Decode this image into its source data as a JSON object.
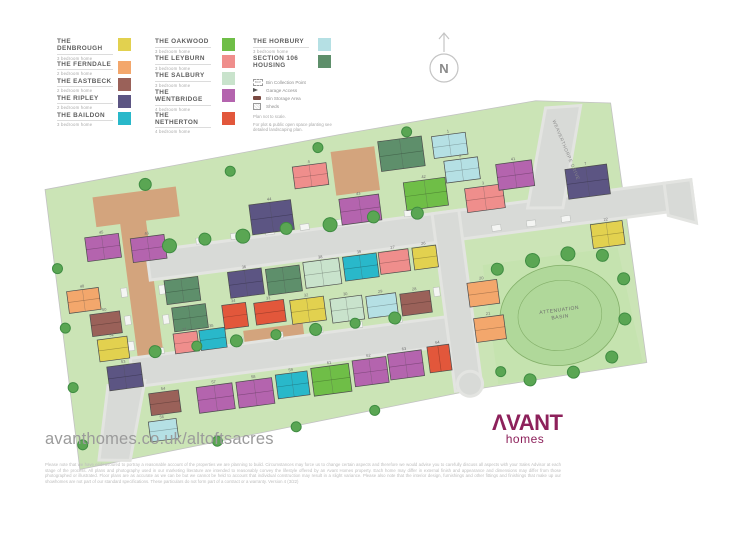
{
  "legend": {
    "columns": [
      {
        "items": [
          {
            "name": "THE DENBROUGH",
            "sub": "3 bedroom home",
            "color": "#E2D14F",
            "key": "den"
          },
          {
            "name": "THE FERNDALE",
            "sub": "2 bedroom home",
            "color": "#F3A76C",
            "key": "fer"
          },
          {
            "name": "THE EASTBECK",
            "sub": "2 bedroom home",
            "color": "#9A6159",
            "key": "eas"
          },
          {
            "name": "THE RIPLEY",
            "sub": "2 bedroom home",
            "color": "#5C5583",
            "key": "rip"
          },
          {
            "name": "THE BAILDON",
            "sub": "3 bedroom home",
            "color": "#29B8CA",
            "key": "bai"
          }
        ]
      },
      {
        "items": [
          {
            "name": "THE OAKWOOD",
            "sub": "3 bedroom home",
            "color": "#6FBE47",
            "key": "oak"
          },
          {
            "name": "THE LEYBURN",
            "sub": "3 bedroom home",
            "color": "#EF8E8C",
            "key": "ley"
          },
          {
            "name": "THE SALBURY",
            "sub": "3 bedroom home",
            "color": "#C9E3CC",
            "key": "sal"
          },
          {
            "name": "THE WENTBRIDGE",
            "sub": "4 bedroom home",
            "color": "#B464AE",
            "key": "wen"
          },
          {
            "name": "THE NETHERTON",
            "sub": "4 bedroom home",
            "color": "#E2573B",
            "key": "net"
          }
        ]
      },
      {
        "items": [
          {
            "name": "THE HORBURY",
            "sub": "3 bedroom home",
            "color": "#B5E0E4",
            "key": "hob"
          },
          {
            "name": "SECTION 106 HOUSING",
            "sub": "",
            "color": "#5E8F6B",
            "key": "s106"
          }
        ]
      }
    ]
  },
  "notes": {
    "items": [
      {
        "icon": "bin-collection-icon",
        "glyph": "BCP",
        "label": "Bin Collection Point"
      },
      {
        "icon": "garage-access-icon",
        "glyph": "",
        "label": "Garage Access"
      },
      {
        "icon": "bin-storage-icon",
        "glyph": "",
        "label": "Bin Storage Area"
      },
      {
        "icon": "shed-icon",
        "glyph": "",
        "label": "Sheds"
      }
    ],
    "scale_note": "Plan not to scale.",
    "planting_note": "For plot & public open space planting see detailed landscaping plan."
  },
  "compass": {
    "label": "N"
  },
  "map": {
    "labels": {
      "basin_line1": "ATTENUATION",
      "basin_line2": "BASIN",
      "road": "WEAVERTHORPE DRIVE"
    },
    "palette": {
      "grass": "#CBE4B6",
      "basin_patch": "#C5E3AF",
      "basin_fill": "#B0D89A",
      "basin_edge": "#83AF69",
      "road": "#D8DAD7",
      "road_edge": "#E3E4E1",
      "drive": "#D3A47D",
      "tree": "#5AA653",
      "tree_edge": "#3F8C42",
      "house_outline": "#4D4D4D",
      "boundary": "#C2C2C2",
      "parking": "#F4F5F3"
    },
    "houses": [
      [
        95,
        205,
        34,
        24,
        "wen",
        "45"
      ],
      [
        140,
        212,
        34,
        24,
        "wen",
        "46"
      ],
      [
        262,
        194,
        42,
        30,
        "rip",
        "44"
      ],
      [
        352,
        200,
        40,
        26,
        "wen",
        "43"
      ],
      [
        310,
        162,
        34,
        22,
        "ley",
        "4"
      ],
      [
        398,
        148,
        44,
        30,
        "s106",
        ""
      ],
      [
        452,
        150,
        34,
        22,
        "hob",
        "1"
      ],
      [
        461,
        176,
        34,
        22,
        "hob",
        "2"
      ],
      [
        478,
        206,
        38,
        24,
        "ley",
        "3"
      ],
      [
        418,
        192,
        42,
        28,
        "oak",
        "42"
      ],
      [
        512,
        186,
        36,
        26,
        "wen",
        "41"
      ],
      [
        580,
        200,
        42,
        30,
        "rip",
        "7"
      ],
      [
        70,
        256,
        32,
        22,
        "fer",
        "48"
      ],
      [
        90,
        282,
        30,
        22,
        "eas",
        "50"
      ],
      [
        94,
        308,
        30,
        22,
        "den",
        "51"
      ],
      [
        100,
        336,
        34,
        24,
        "rip",
        "53"
      ],
      [
        138,
        368,
        30,
        22,
        "eas",
        "54"
      ],
      [
        134,
        396,
        28,
        20,
        "hob",
        "56"
      ],
      [
        168,
        258,
        34,
        24,
        "s106",
        ""
      ],
      [
        172,
        286,
        34,
        24,
        "s106",
        ""
      ],
      [
        232,
        258,
        34,
        26,
        "rip",
        "36"
      ],
      [
        270,
        260,
        34,
        26,
        "s106",
        ""
      ],
      [
        308,
        258,
        36,
        26,
        "sal",
        "38"
      ],
      [
        348,
        258,
        34,
        24,
        "bai",
        "39"
      ],
      [
        384,
        258,
        30,
        22,
        "ley",
        "27"
      ],
      [
        418,
        258,
        24,
        22,
        "den",
        "26"
      ],
      [
        598,
        258,
        32,
        24,
        "den",
        "22"
      ],
      [
        222,
        290,
        24,
        24,
        "net",
        "34"
      ],
      [
        254,
        292,
        30,
        22,
        "net",
        "33"
      ],
      [
        290,
        294,
        34,
        24,
        "den",
        "32"
      ],
      [
        196,
        312,
        26,
        20,
        "bai",
        "35"
      ],
      [
        170,
        312,
        24,
        20,
        "ley",
        "31"
      ],
      [
        330,
        298,
        32,
        24,
        "sal",
        "30"
      ],
      [
        366,
        300,
        30,
        22,
        "hob",
        "29"
      ],
      [
        400,
        302,
        30,
        22,
        "eas",
        "28"
      ],
      [
        468,
        300,
        30,
        24,
        "fer",
        "20"
      ],
      [
        470,
        336,
        30,
        24,
        "fer",
        "21"
      ],
      [
        186,
        368,
        36,
        26,
        "wen",
        "57"
      ],
      [
        226,
        368,
        36,
        26,
        "wen",
        "58"
      ],
      [
        266,
        366,
        32,
        24,
        "bai",
        "59"
      ],
      [
        302,
        364,
        38,
        28,
        "oak",
        "61"
      ],
      [
        344,
        362,
        34,
        26,
        "wen",
        "62"
      ],
      [
        380,
        360,
        34,
        26,
        "wen",
        "63"
      ],
      [
        420,
        358,
        22,
        26,
        "net",
        "64"
      ]
    ],
    "trees": [
      [
        178,
        224,
        7
      ],
      [
        214,
        222,
        6
      ],
      [
        252,
        224,
        7
      ],
      [
        296,
        222,
        6
      ],
      [
        340,
        224,
        7
      ],
      [
        384,
        222,
        6
      ],
      [
        428,
        224,
        6
      ],
      [
        338,
        146,
        5
      ],
      [
        428,
        142,
        5
      ],
      [
        162,
        160,
        6
      ],
      [
        248,
        158,
        5
      ],
      [
        150,
        327,
        6
      ],
      [
        192,
        327,
        5
      ],
      [
        232,
        327,
        6
      ],
      [
        272,
        326,
        5
      ],
      [
        312,
        326,
        6
      ],
      [
        352,
        325,
        5
      ],
      [
        392,
        325,
        6
      ],
      [
        64,
        232,
        5
      ],
      [
        64,
        292,
        5
      ],
      [
        64,
        352,
        5
      ],
      [
        66,
        410,
        5
      ],
      [
        500,
        290,
        6
      ],
      [
        536,
        286,
        7
      ],
      [
        572,
        284,
        7
      ],
      [
        606,
        290,
        6
      ],
      [
        624,
        316,
        6
      ],
      [
        620,
        356,
        6
      ],
      [
        602,
        392,
        6
      ],
      [
        562,
        402,
        6
      ],
      [
        518,
        404,
        6
      ],
      [
        490,
        392,
        5
      ],
      [
        200,
        424,
        5
      ],
      [
        280,
        420,
        5
      ],
      [
        360,
        414,
        5
      ]
    ],
    "parking": [
      [
        170,
        220,
        9,
        6
      ],
      [
        205,
        220,
        9,
        6
      ],
      [
        240,
        220,
        9,
        6
      ],
      [
        275,
        220,
        9,
        6
      ],
      [
        310,
        220,
        9,
        6
      ],
      [
        345,
        220,
        9,
        6
      ],
      [
        380,
        220,
        9,
        6
      ],
      [
        415,
        220,
        9,
        6
      ],
      [
        150,
        324,
        9,
        6
      ],
      [
        190,
        324,
        9,
        6
      ],
      [
        230,
        324,
        9,
        6
      ],
      [
        270,
        324,
        9,
        6
      ],
      [
        310,
        324,
        9,
        6
      ],
      [
        350,
        324,
        9,
        6
      ],
      [
        390,
        324,
        9,
        6
      ],
      [
        162,
        262,
        6,
        9
      ],
      [
        162,
        292,
        6,
        9
      ],
      [
        434,
        270,
        6,
        9
      ],
      [
        434,
        300,
        6,
        9
      ],
      [
        434,
        370,
        6,
        9
      ],
      [
        124,
        260,
        6,
        9
      ],
      [
        124,
        288,
        6,
        9
      ],
      [
        124,
        314,
        6,
        9
      ],
      [
        124,
        342,
        6,
        9
      ],
      [
        500,
        246,
        9,
        6
      ],
      [
        535,
        246,
        9,
        6
      ],
      [
        570,
        246,
        9,
        6
      ]
    ]
  },
  "footer": {
    "url": "avanthomes.co.uk/altoftsacres",
    "disclaimer": "Please note that we have endeavoured to portray a reasonable account of the properties we are planning to build. Circumstances may force us to change certain aspects and therefore we would advise you to carefully discuss all aspects with your Sales Advisor at each stage of the process. All plans and photography used in our marketing literature are intended to reasonably convey the lifestyle offered by an Avant Homes property. Each home may differ in external finish and appearance and dimensions may differ from those photographed or illustrated. Floor plans are as accurate as we can be but we cannot be held to account that individual construction may result in a slight variance. Please also note that the interior design, furnishings and other fittings and finishings that make up our showhomes are not part of our standard specifications. These particulars do not form part of a contract or a warranty. Version 4 (3/22)"
  },
  "logo": {
    "brand": "ΛVANT",
    "suffix": "homes",
    "color": "#8D215B"
  }
}
